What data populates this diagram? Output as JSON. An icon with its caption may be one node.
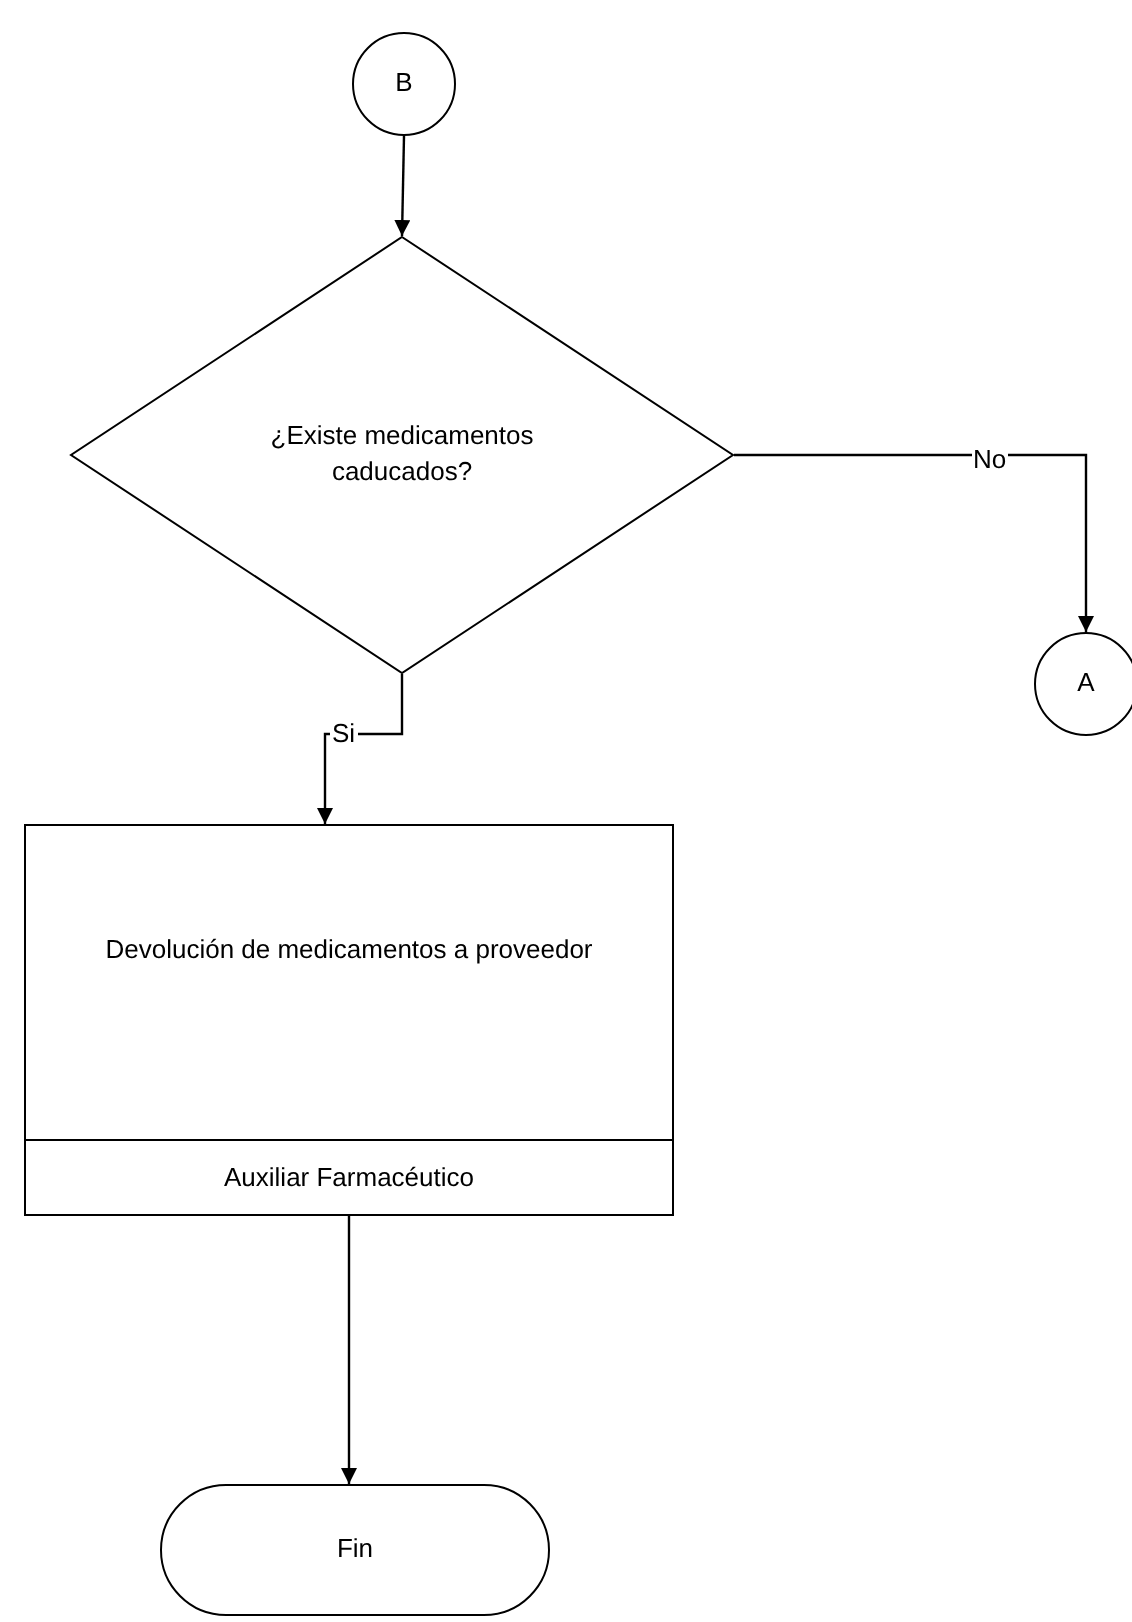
{
  "diagram": {
    "nodes": [
      {
        "text": [
          "B"
        ]
      },
      {
        "text": [
          "¿Existe medicamentos caducados?"
        ]
      },
      {
        "text": [
          "A"
        ]
      },
      {
        "text": [
          "Devolución de medicamentos a proveedor",
          "Auxiliar Farmacéutico"
        ]
      },
      {
        "text": [
          "Fin"
        ]
      }
    ],
    "edges": [
      {
        "from": 0,
        "to": 1,
        "arrow": "to"
      },
      {
        "from": 1,
        "to": 2,
        "label": "No",
        "arrow": "to"
      },
      {
        "from": 1,
        "to": 3,
        "label": "Si",
        "arrow": "to"
      },
      {
        "from": 3,
        "to": 4,
        "arrow": "to"
      }
    ]
  }
}
